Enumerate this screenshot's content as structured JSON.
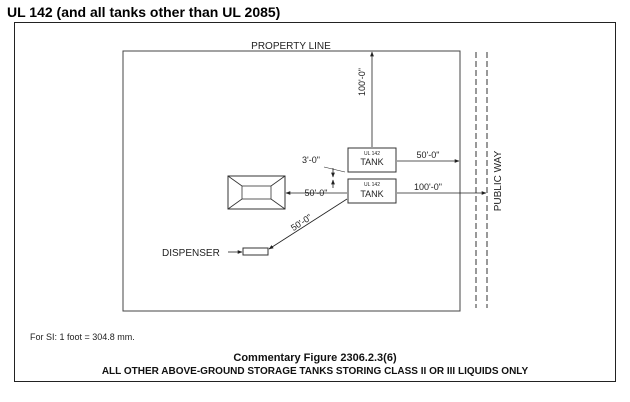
{
  "page_heading": "UL 142 (and all tanks other than UL 2085)",
  "diagram": {
    "property_line_label": "PROPERTY LINE",
    "public_way_label": "PUBLIC WAY",
    "tank_top": {
      "small_label": "UL 142",
      "label": "TANK"
    },
    "tank_bottom": {
      "small_label": "UL 142",
      "label": "TANK"
    },
    "dim_to_property_line": "100'-0\"",
    "dim_tank_spacing": "3'-0\"",
    "dim_tank_to_property_side": "50'-0\"",
    "dim_tank_to_public_way": "100'-0\"",
    "dim_tank_to_building": "50'-0\"",
    "dim_tank_to_dispenser": "50'-0\"",
    "dispenser_label": "DISPENSER"
  },
  "footnote": "For SI:   1 foot = 304.8 mm.",
  "caption": {
    "title": "Commentary Figure 2306.2.3(6)",
    "subtitle": "ALL OTHER ABOVE-GROUND STORAGE TANKS STORING CLASS II OR III LIQUIDS ONLY"
  }
}
